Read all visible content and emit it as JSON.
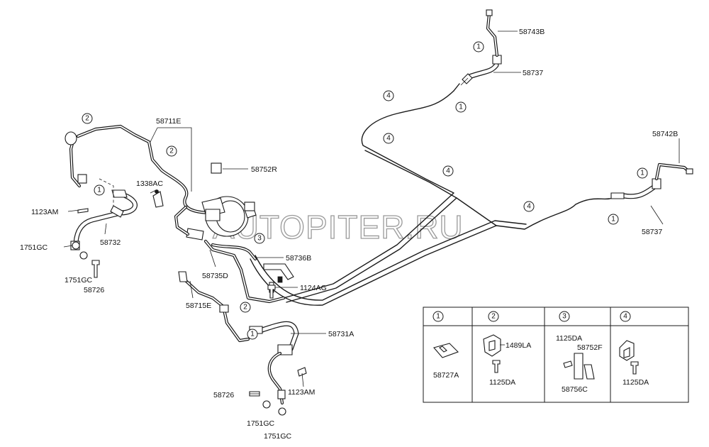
{
  "watermark": "AUTOPITER.RU",
  "labels": {
    "p58743B": "58743B",
    "p58737_top": "58737",
    "p58742B": "58742B",
    "p58737_right": "58737",
    "p58711E": "58711E",
    "p58752R": "58752R",
    "p1338AC": "1338AC",
    "p1123AM_left": "1123AM",
    "p1751GC_left1": "1751GC",
    "p58732": "58732",
    "p1751GC_left2": "1751GC",
    "p58726_left": "58726",
    "p58736B": "58736B",
    "p58735D": "58735D",
    "p1124AG": "1124AG",
    "p58715E": "58715E",
    "p58731A": "58731A",
    "p58726_bottom": "58726",
    "p1123AM_bottom": "1123AM",
    "p1751GC_bottom1": "1751GC",
    "p1751GC_bottom2": "1751GC"
  },
  "callouts": {
    "c1": "1",
    "c2": "2",
    "c3": "3",
    "c4": "4"
  },
  "legend": {
    "headers": [
      "1",
      "2",
      "3",
      "4"
    ],
    "panel1": {
      "part_a": "58727A"
    },
    "panel2": {
      "part_a": "1489LA",
      "part_b": "1125DA"
    },
    "panel3": {
      "part_a": "1125DA",
      "part_b": "58752F",
      "part_c": "58756C"
    },
    "panel4": {
      "part_a": "1125DA"
    }
  }
}
